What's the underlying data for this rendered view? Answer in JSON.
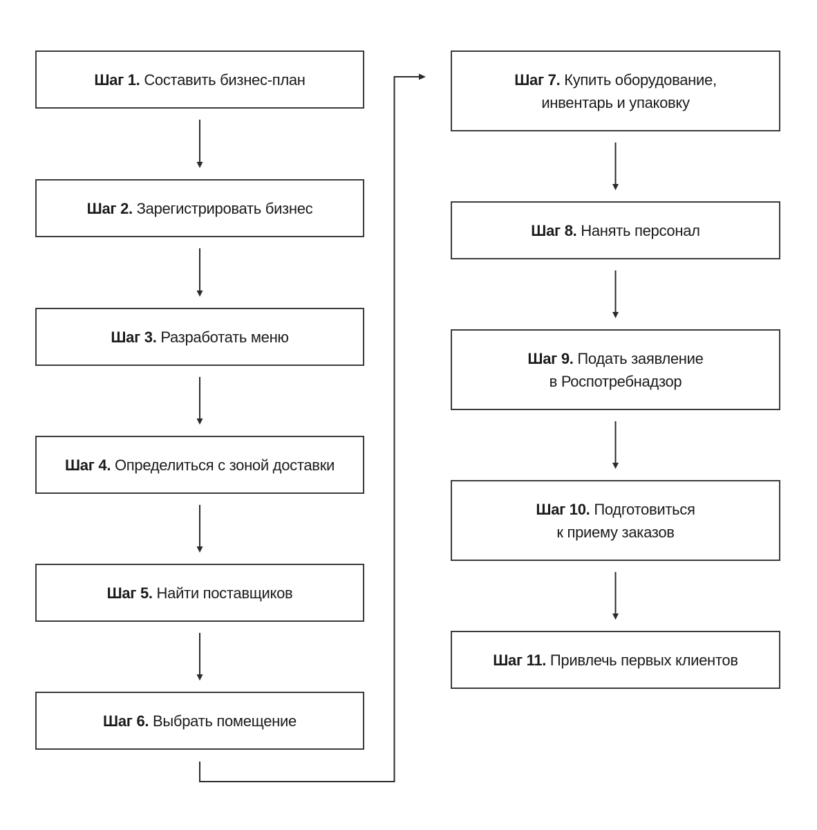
{
  "steps": [
    {
      "id": 1,
      "label": "Шаг 1.",
      "lines": [
        "Составить бизнес-план"
      ]
    },
    {
      "id": 2,
      "label": "Шаг 2.",
      "lines": [
        "Зарегистрировать бизнес"
      ]
    },
    {
      "id": 3,
      "label": "Шаг 3.",
      "lines": [
        "Разработать меню"
      ]
    },
    {
      "id": 4,
      "label": "Шаг 4.",
      "lines": [
        "Определиться с зоной доставки"
      ]
    },
    {
      "id": 5,
      "label": "Шаг 5.",
      "lines": [
        "Найти поставщиков"
      ]
    },
    {
      "id": 6,
      "label": "Шаг 6.",
      "lines": [
        "Выбрать помещение"
      ]
    },
    {
      "id": 7,
      "label": "Шаг 7.",
      "lines": [
        "Купить оборудование,",
        "инвентарь и упаковку"
      ]
    },
    {
      "id": 8,
      "label": "Шаг 8.",
      "lines": [
        "Нанять персонал"
      ]
    },
    {
      "id": 9,
      "label": "Шаг 9.",
      "lines": [
        "Подать заявление",
        "в Роспотребнадзор"
      ]
    },
    {
      "id": 10,
      "label": "Шаг 10.",
      "lines": [
        "Подготовиться",
        "к приему заказов"
      ]
    },
    {
      "id": 11,
      "label": "Шаг 11.",
      "lines": [
        "Привлечь первых клиентов"
      ]
    }
  ],
  "connections": [
    [
      1,
      2
    ],
    [
      2,
      3
    ],
    [
      3,
      4
    ],
    [
      4,
      5
    ],
    [
      5,
      6
    ],
    [
      6,
      7
    ],
    [
      7,
      8
    ],
    [
      8,
      9
    ],
    [
      9,
      10
    ],
    [
      10,
      11
    ]
  ],
  "colors": {
    "border": "#3a3a3a",
    "line": "#2a2a2a",
    "text": "#1a1a1a"
  }
}
